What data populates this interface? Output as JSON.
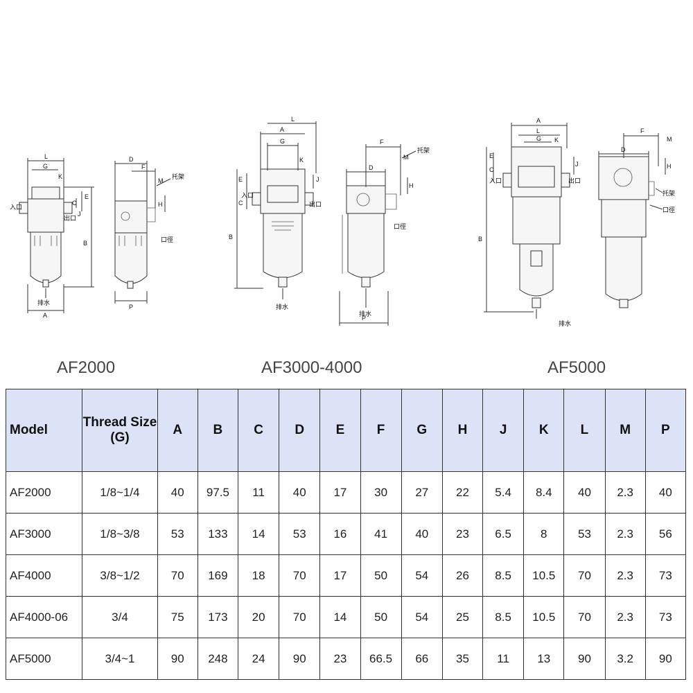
{
  "drawings": [
    {
      "caption": "AF2000",
      "front_labels": {
        "L": "L",
        "G": "G",
        "K": "K",
        "C": "C",
        "E": "E",
        "J": "J",
        "B": "B",
        "A": "A",
        "inlet": "入口",
        "outlet": "出口",
        "drain": "排水"
      },
      "side_labels": {
        "D": "D",
        "F": "F",
        "M": "M",
        "H": "H",
        "P": "P",
        "bracket": "托架",
        "port": "口徑"
      }
    },
    {
      "caption": "AF3000-4000",
      "front_labels": {
        "L": "L",
        "A": "A",
        "G": "G",
        "K": "K",
        "J": "J",
        "E": "E",
        "C": "C",
        "B": "B",
        "inlet": "入口",
        "outlet": "出口",
        "drain": "排水"
      },
      "side_labels": {
        "F": "F",
        "M": "M",
        "D": "D",
        "H": "H",
        "P": "P",
        "bracket": "托架",
        "port": "口徑"
      }
    },
    {
      "caption": "AF5000",
      "front_labels": {
        "A": "A",
        "L": "L",
        "G": "G",
        "K": "K",
        "E": "E",
        "C": "C",
        "J": "J",
        "B": "B",
        "inlet": "入口",
        "outlet": "出口",
        "drain": "排水"
      },
      "side_labels": {
        "F": "F",
        "M": "M",
        "D": "D",
        "H": "H",
        "bracket": "托架",
        "port": "口徑"
      }
    }
  ],
  "table": {
    "headers": [
      "Model",
      "Thread Size (G)",
      "A",
      "B",
      "C",
      "D",
      "E",
      "F",
      "G",
      "H",
      "J",
      "K",
      "L",
      "M",
      "P"
    ],
    "rows": [
      [
        "AF2000",
        "1/8~1/4",
        "40",
        "97.5",
        "11",
        "40",
        "17",
        "30",
        "27",
        "22",
        "5.4",
        "8.4",
        "40",
        "2.3",
        "40"
      ],
      [
        "AF3000",
        "1/8~3/8",
        "53",
        "133",
        "14",
        "53",
        "16",
        "41",
        "40",
        "23",
        "6.5",
        "8",
        "53",
        "2.3",
        "56"
      ],
      [
        "AF4000",
        "3/8~1/2",
        "70",
        "169",
        "18",
        "70",
        "17",
        "50",
        "54",
        "26",
        "8.5",
        "10.5",
        "70",
        "2.3",
        "73"
      ],
      [
        "AF4000-06",
        "3/4",
        "75",
        "173",
        "20",
        "70",
        "14",
        "50",
        "54",
        "25",
        "8.5",
        "10.5",
        "70",
        "2.3",
        "73"
      ],
      [
        "AF5000",
        "3/4~1",
        "90",
        "248",
        "24",
        "90",
        "23",
        "66.5",
        "66",
        "35",
        "11",
        "13",
        "90",
        "3.2",
        "90"
      ]
    ]
  }
}
